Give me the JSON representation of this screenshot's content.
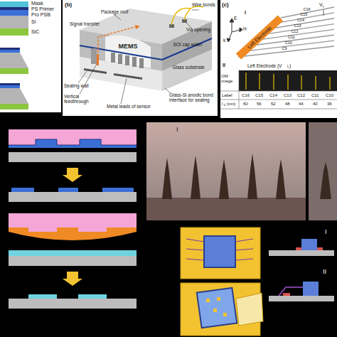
{
  "diagram": {
    "nodes": [
      {
        "text": [
          "MEMS"
        ]
      },
      {
        "text": [
          "SOI cap wafer"
        ]
      },
      {
        "text": [
          "Glass substrate"
        ]
      },
      {
        "text": [
          "Left Electrode"
        ]
      }
    ],
    "labels": [
      "(b)",
      "Signal transfer",
      "Package roof",
      "Wire bonds",
      "Via opening",
      "Sealing wall",
      "Vertical feedthrough",
      "Metal leads of sensor",
      "Glass-Si anodic bond interface for sealing",
      "(c)",
      "V",
      "t",
      "I",
      "E",
      "H",
      "k",
      "C16",
      "C15",
      "C14",
      "C13",
      "C12",
      "C11",
      "C10",
      "C9",
      "II",
      "Left Electrode (V",
      "L",
      ")",
      "OM image",
      "Label",
      "C16",
      "C15",
      "C14",
      "C13",
      "C12",
      "C11",
      "C10",
      "l",
      "c",
      "(nm)",
      "60",
      "56",
      "52",
      "48",
      "44",
      "40",
      "36",
      "I",
      "I",
      "II"
    ],
    "legend": [
      {
        "text": "Mask",
        "color": "#4fc3d9"
      },
      {
        "text": "PS Primer",
        "color": "#1f2f7a"
      },
      {
        "text": "Pro PSB",
        "color": "#3b6fd6"
      },
      {
        "text": "Si",
        "color": "#b5b5b5"
      },
      {
        "text": "SiC",
        "color": "#8cc63f"
      }
    ]
  }
}
